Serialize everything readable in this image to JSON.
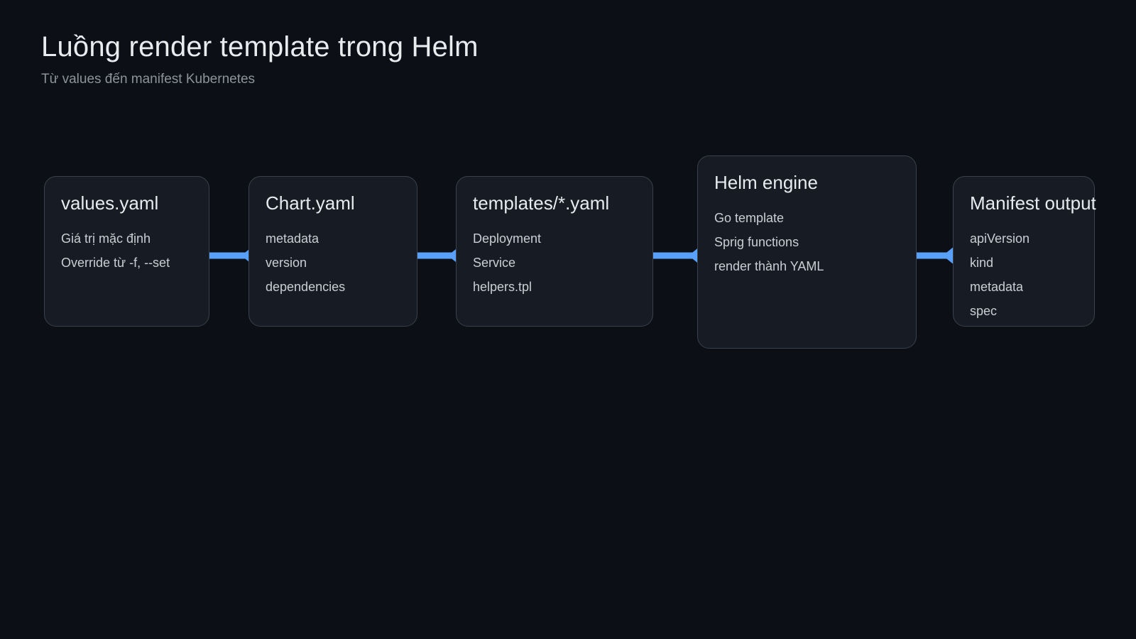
{
  "page": {
    "title": "Luồng render template trong Helm",
    "subtitle": "Từ values đến manifest Kubernetes"
  },
  "colors": {
    "background": "#0c0f15",
    "node_fill": "#171c24",
    "node_border": "#3a414c",
    "accent": "#58a0f8",
    "title_text": "#e9ecef",
    "body_text": "#c9ced5",
    "muted_text": "#8d939c"
  },
  "nodes": [
    {
      "title": "values.yaml",
      "items": [
        "Giá trị mặc định",
        "Override từ -f, --set"
      ]
    },
    {
      "title": "Chart.yaml",
      "items": [
        "metadata",
        "version",
        "dependencies"
      ]
    },
    {
      "title": "templates/*.yaml",
      "items": [
        "Deployment",
        "Service",
        "helpers.tpl"
      ]
    },
    {
      "title": "Helm engine",
      "items": [
        "Go template",
        "Sprig functions",
        "render thành YAML"
      ]
    },
    {
      "title": "Manifest output",
      "items": [
        "apiVersion",
        "kind",
        "metadata",
        "spec"
      ]
    }
  ],
  "edges": [
    {
      "from": "values.yaml",
      "to": "Chart.yaml"
    },
    {
      "from": "Chart.yaml",
      "to": "templates/*.yaml"
    },
    {
      "from": "templates/*.yaml",
      "to": "Helm engine"
    },
    {
      "from": "Helm engine",
      "to": "Manifest output"
    }
  ]
}
